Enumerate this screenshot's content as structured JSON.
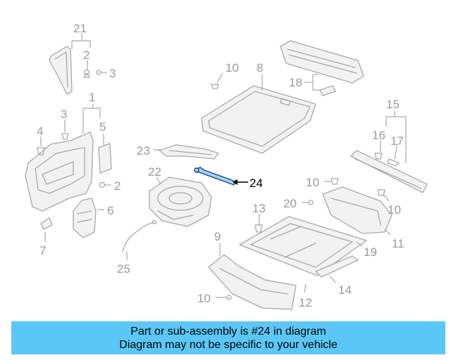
{
  "banner": {
    "line1": "Part or sub-assembly is #24 in diagram",
    "line2": "Diagram may not be specific to your vehicle"
  },
  "diagram": {
    "highlighted_part": "24",
    "callouts": [
      {
        "id": "c21",
        "label": "21"
      },
      {
        "id": "c2a",
        "label": "2"
      },
      {
        "id": "c3a",
        "label": "3"
      },
      {
        "id": "c1",
        "label": "1"
      },
      {
        "id": "c3b",
        "label": "3"
      },
      {
        "id": "c5",
        "label": "5"
      },
      {
        "id": "c4",
        "label": "4"
      },
      {
        "id": "c2b",
        "label": "2"
      },
      {
        "id": "c6",
        "label": "6"
      },
      {
        "id": "c7",
        "label": "7"
      },
      {
        "id": "c10a",
        "label": "10"
      },
      {
        "id": "c8",
        "label": "8"
      },
      {
        "id": "c18",
        "label": "18"
      },
      {
        "id": "c23",
        "label": "23"
      },
      {
        "id": "c22",
        "label": "22"
      },
      {
        "id": "c24",
        "label": "24"
      },
      {
        "id": "c25",
        "label": "25"
      },
      {
        "id": "c15",
        "label": "15"
      },
      {
        "id": "c16",
        "label": "16"
      },
      {
        "id": "c17",
        "label": "17"
      },
      {
        "id": "c10b",
        "label": "10"
      },
      {
        "id": "c20",
        "label": "20"
      },
      {
        "id": "c10c",
        "label": "10"
      },
      {
        "id": "c13",
        "label": "13"
      },
      {
        "id": "c11",
        "label": "11"
      },
      {
        "id": "c9",
        "label": "9"
      },
      {
        "id": "c19",
        "label": "19"
      },
      {
        "id": "c14",
        "label": "14"
      },
      {
        "id": "c10d",
        "label": "10"
      },
      {
        "id": "c12",
        "label": "12"
      }
    ]
  },
  "colors": {
    "banner_bg": "#5bc7f7",
    "highlight_fill": "#9fd6f5",
    "highlight_stroke": "#1c3f78",
    "line_gray": "#a8a8a8"
  }
}
